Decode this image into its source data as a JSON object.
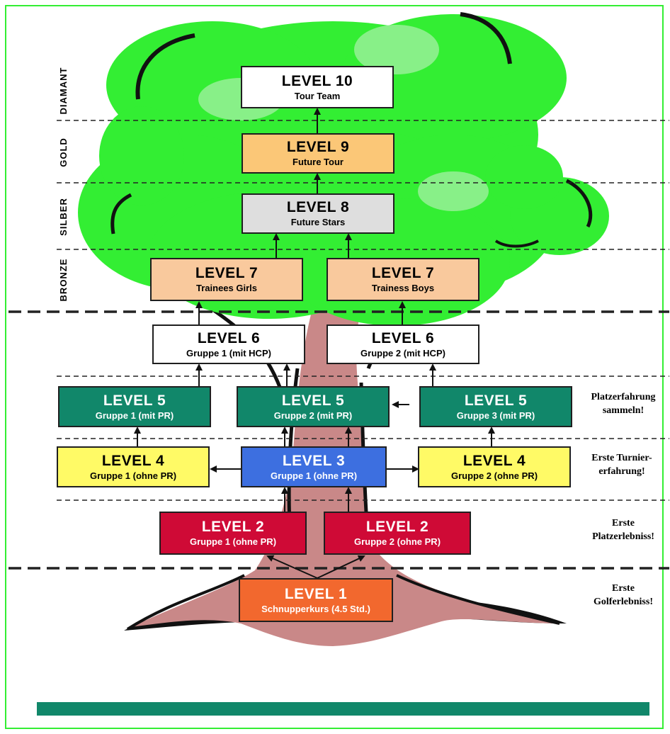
{
  "bands": {
    "diamant": "DIAMANT",
    "gold": "GOLD",
    "silber": "SILBER",
    "bronze": "BRONZE"
  },
  "levels": {
    "l10": {
      "title": "LEVEL 10",
      "sub": "Tour Team"
    },
    "l9": {
      "title": "LEVEL 9",
      "sub": "Future Tour"
    },
    "l8": {
      "title": "LEVEL 8",
      "sub": "Future Stars"
    },
    "l7a": {
      "title": "LEVEL 7",
      "sub": "Trainees Girls"
    },
    "l7b": {
      "title": "LEVEL 7",
      "sub": "Trainess Boys"
    },
    "l6a": {
      "title": "LEVEL 6",
      "sub": "Gruppe 1 (mit HCP)"
    },
    "l6b": {
      "title": "LEVEL 6",
      "sub": "Gruppe 2 (mit HCP)"
    },
    "l5a": {
      "title": "LEVEL 5",
      "sub": "Gruppe 1 (mit PR)"
    },
    "l5b": {
      "title": "LEVEL 5",
      "sub": "Gruppe 2 (mit PR)"
    },
    "l5c": {
      "title": "LEVEL 5",
      "sub": "Gruppe 3 (mit PR)"
    },
    "l4a": {
      "title": "LEVEL 4",
      "sub": "Gruppe 1 (ohne PR)"
    },
    "l3": {
      "title": "LEVEL 3",
      "sub": "Gruppe 1 (ohne PR)"
    },
    "l4b": {
      "title": "LEVEL 4",
      "sub": "Gruppe 2 (ohne PR)"
    },
    "l2a": {
      "title": "LEVEL 2",
      "sub": "Gruppe 1 (ohne PR)"
    },
    "l2b": {
      "title": "LEVEL 2",
      "sub": "Gruppe 2 (ohne PR)"
    },
    "l1": {
      "title": "LEVEL 1",
      "sub": "Schnupperkurs (4.5 Std.)"
    }
  },
  "notes": {
    "platzerfahrung": {
      "line1": "Platzerfahrung",
      "line2": "sammeln!"
    },
    "turnier": {
      "line1": "Erste Turnier-",
      "line2": "erfahrung!"
    },
    "platzerlebnis": {
      "line1": "Erste",
      "line2": "Platzerlebniss!"
    },
    "golferlebnis": {
      "line1": "Erste",
      "line2": "Golferlebniss!"
    }
  },
  "colors": {
    "frame": "#33ee33",
    "foliage": "#33ee33",
    "trunk": "#c98888",
    "accent_teal": "#11876a"
  }
}
